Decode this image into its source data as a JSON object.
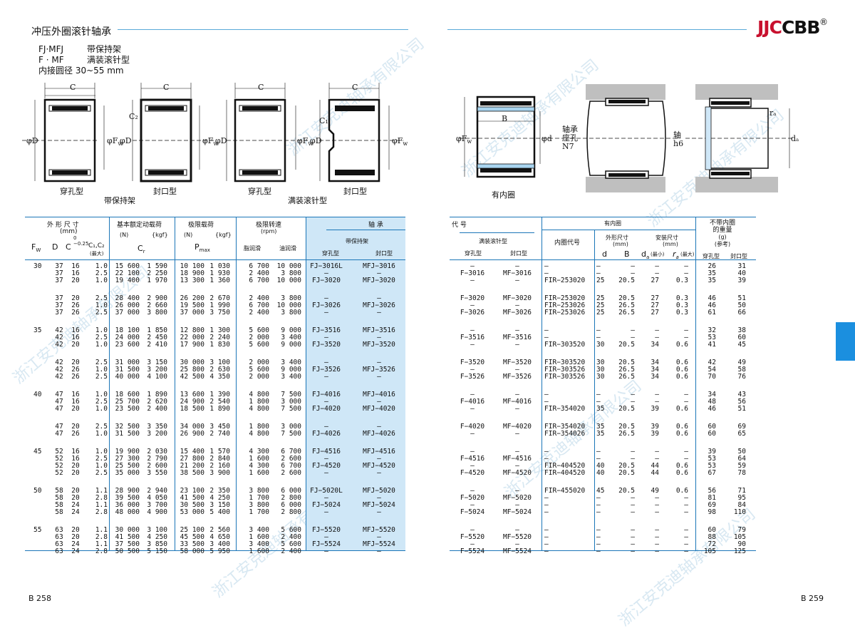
{
  "header": {
    "left_title": "冲压外圈滚针轴承",
    "brand": "JJCCBB",
    "brand_red": "JJC",
    "brand_black": "CBB",
    "reg": "®"
  },
  "intro": {
    "rows": [
      [
        "FJ·MFJ",
        "带保持架"
      ],
      [
        "F · MF",
        "满装滚针型"
      ]
    ],
    "bore": "内接圆径  30~55 mm"
  },
  "diagram_labels": {
    "C": "C",
    "C2": "C₂",
    "C1": "C₁",
    "phiD": "φD",
    "phiFw": "φF",
    "w": "w",
    "B": "B",
    "phid": "φd",
    "da": "dₐ",
    "ra": "rₐ",
    "housing": [
      "轴承",
      "座孔",
      "N7"
    ],
    "shaft": [
      "轴",
      "h6"
    ],
    "cap_through": "穿孔型",
    "cap_sealed": "封口型",
    "cap_caged": "带保持架",
    "cap_full": "满装滚针型",
    "cap_inner": "有内圈"
  },
  "watermark": "浙江安克迪轴承有限公司",
  "left_table": {
    "h_dims": "外 形 尺 寸",
    "h_mm": "(mm)",
    "h_Fw": "F",
    "h_D": "D",
    "h_C": "C",
    "h_Ctol": "0\n−0.25",
    "h_C12": "C₁,C₂",
    "h_max": "(最大)",
    "h_basic": "基本额定动载荷",
    "h_N": "(N)",
    "h_kgf": "{kgf}",
    "h_Cr": "C",
    "h_static": "极限载荷",
    "h_Pmax": "P",
    "h_speed": "极限转速",
    "h_rpm": "(rpm)",
    "h_grease": "脂润滑",
    "h_oil": "油润滑",
    "h_bearing": "轴        承",
    "h_caged": "带保持架",
    "h_through": "穿孔型",
    "h_sealed": "封口型",
    "groups": [
      {
        "fw": "30",
        "rows": [
          [
            "37",
            "16",
            "1.0",
            "15 600",
            "1 590",
            "10 100",
            "1 030",
            "6 700",
            "10 000",
            "FJ−3016L",
            "MFJ−3016"
          ],
          [
            "37",
            "16",
            "2.5",
            "22 100",
            "2 250",
            "18 900",
            "1 930",
            "2 400",
            "3 800",
            "",
            ""
          ],
          [
            "37",
            "20",
            "1.0",
            "19 400",
            "1 970",
            "13 300",
            "1 360",
            "6 700",
            "10 000",
            "FJ−3020",
            "MFJ−3020"
          ]
        ]
      },
      {
        "fw": "",
        "rows": [
          [
            "37",
            "20",
            "2.5",
            "28 400",
            "2 900",
            "26 200",
            "2 670",
            "2 400",
            "3 800",
            "",
            ""
          ],
          [
            "37",
            "26",
            "1.0",
            "26 000",
            "2 660",
            "19 500",
            "1 990",
            "6 700",
            "10 000",
            "FJ−3026",
            "MFJ−3026"
          ],
          [
            "37",
            "26",
            "2.5",
            "37 000",
            "3 800",
            "37 000",
            "3 750",
            "2 400",
            "3 800",
            "",
            ""
          ]
        ]
      },
      {
        "fw": "35",
        "rows": [
          [
            "42",
            "16",
            "1.0",
            "18 100",
            "1 850",
            "12 800",
            "1 300",
            "5 600",
            "9 000",
            "FJ−3516",
            "MFJ−3516"
          ],
          [
            "42",
            "16",
            "2.5",
            "24 000",
            "2 450",
            "22 000",
            "2 240",
            "2 000",
            "3 400",
            "",
            ""
          ],
          [
            "42",
            "20",
            "1.0",
            "23 600",
            "2 410",
            "17 900",
            "1 830",
            "5 600",
            "9 000",
            "FJ−3520",
            "MFJ−3520"
          ]
        ]
      },
      {
        "fw": "",
        "rows": [
          [
            "42",
            "20",
            "2.5",
            "31 000",
            "3 150",
            "30 000",
            "3 100",
            "2 000",
            "3 400",
            "",
            ""
          ],
          [
            "42",
            "26",
            "1.0",
            "31 500",
            "3 200",
            "25 800",
            "2 630",
            "5 600",
            "9 000",
            "FJ−3526",
            "MFJ−3526"
          ],
          [
            "42",
            "26",
            "2.5",
            "40 000",
            "4 100",
            "42 500",
            "4 350",
            "2 000",
            "3 400",
            "",
            ""
          ]
        ]
      },
      {
        "fw": "40",
        "rows": [
          [
            "47",
            "16",
            "1.0",
            "18 600",
            "1 890",
            "13 600",
            "1 390",
            "4 800",
            "7 500",
            "FJ−4016",
            "MFJ−4016"
          ],
          [
            "47",
            "16",
            "2.5",
            "25 700",
            "2 620",
            "24 900",
            "2 540",
            "1 800",
            "3 000",
            "",
            ""
          ],
          [
            "47",
            "20",
            "1.0",
            "23 500",
            "2 400",
            "18 500",
            "1 890",
            "4 800",
            "7 500",
            "FJ−4020",
            "MFJ−4020"
          ]
        ]
      },
      {
        "fw": "",
        "rows": [
          [
            "47",
            "20",
            "2.5",
            "32 500",
            "3 350",
            "34 000",
            "3 450",
            "1 800",
            "3 000",
            "",
            ""
          ],
          [
            "47",
            "26",
            "1.0",
            "31 500",
            "3 200",
            "26 900",
            "2 740",
            "4 800",
            "7 500",
            "FJ−4026",
            "MFJ−4026"
          ]
        ]
      },
      {
        "fw": "45",
        "rows": [
          [
            "52",
            "16",
            "1.0",
            "19 900",
            "2 030",
            "15 400",
            "1 570",
            "4 300",
            "6 700",
            "FJ−4516",
            "MFJ−4516"
          ],
          [
            "52",
            "16",
            "2.5",
            "27 300",
            "2 790",
            "27 800",
            "2 840",
            "1 600",
            "2 600",
            "",
            ""
          ],
          [
            "52",
            "20",
            "1.0",
            "25 500",
            "2 600",
            "21 200",
            "2 160",
            "4 300",
            "6 700",
            "FJ−4520",
            "MFJ−4520"
          ],
          [
            "52",
            "20",
            "2.5",
            "35 000",
            "3 550",
            "38 500",
            "3 900",
            "1 600",
            "2 600",
            "",
            ""
          ]
        ]
      },
      {
        "fw": "50",
        "rows": [
          [
            "58",
            "20",
            "1.1",
            "28 900",
            "2 940",
            "23 100",
            "2 350",
            "3 800",
            "6 000",
            "FJ−5020L",
            "MFJ−5020"
          ],
          [
            "58",
            "20",
            "2.8",
            "39 500",
            "4 050",
            "41 500",
            "4 250",
            "1 700",
            "2 800",
            "",
            ""
          ],
          [
            "58",
            "24",
            "1.1",
            "36 000",
            "3 700",
            "30 500",
            "3 150",
            "3 800",
            "6 000",
            "FJ−5024",
            "MFJ−5024"
          ],
          [
            "58",
            "24",
            "2.8",
            "48 000",
            "4 900",
            "53 000",
            "5 400",
            "1 700",
            "2 800",
            "",
            ""
          ]
        ]
      },
      {
        "fw": "55",
        "rows": [
          [
            "63",
            "20",
            "1.1",
            "30 000",
            "3 100",
            "25 100",
            "2 560",
            "3 400",
            "5 600",
            "FJ−5520",
            "MFJ−5520"
          ],
          [
            "63",
            "20",
            "2.8",
            "41 500",
            "4 250",
            "45 500",
            "4 650",
            "1 600",
            "2 400",
            "",
            ""
          ],
          [
            "63",
            "24",
            "1.1",
            "37 500",
            "3 850",
            "33 500",
            "3 400",
            "3 400",
            "5 600",
            "FJ−5524",
            "MFJ−5524"
          ],
          [
            "63",
            "24",
            "2.8",
            "50 500",
            "5 150",
            "58 000",
            "5 950",
            "1 600",
            "2 400",
            "",
            ""
          ]
        ]
      }
    ]
  },
  "right_table": {
    "h_code": "代    号",
    "h_full": "满装滚针型",
    "h_through": "穿孔型",
    "h_sealed": "封口型",
    "h_inner": "有内圈",
    "h_innercode": "内圈代号",
    "h_dims": "外形尺寸",
    "h_mm": "(mm)",
    "h_inst": "安装尺寸",
    "h_d": "d",
    "h_B": "B",
    "h_da": "d",
    "h_ra": "r",
    "h_min": "(最小)",
    "h_max": "(最大)",
    "h_weight1": "不带内圈",
    "h_weight2": "的重量",
    "h_g": "(g)",
    "h_ref": "(参考)",
    "groups": [
      {
        "rows": [
          [
            "—",
            "—",
            "—",
            "—",
            "—",
            "—",
            "—",
            "26",
            "31"
          ],
          [
            "F−3016",
            "MF−3016",
            "—",
            "—",
            "—",
            "—",
            "—",
            "35",
            "40"
          ],
          [
            "—",
            "—",
            "FIR−253020",
            "25",
            "20.5",
            "27",
            "0.3",
            "35",
            "39"
          ]
        ]
      },
      {
        "rows": [
          [
            "F−3020",
            "MF−3020",
            "FIR−253020",
            "25",
            "20.5",
            "27",
            "0.3",
            "46",
            "51"
          ],
          [
            "—",
            "—",
            "FIR−253026",
            "25",
            "26.5",
            "27",
            "0.3",
            "46",
            "50"
          ],
          [
            "F−3026",
            "MF−3026",
            "FIR−253026",
            "25",
            "26.5",
            "27",
            "0.3",
            "61",
            "66"
          ]
        ]
      },
      {
        "rows": [
          [
            "—",
            "—",
            "—",
            "—",
            "—",
            "—",
            "—",
            "32",
            "38"
          ],
          [
            "F−3516",
            "MF−3516",
            "—",
            "—",
            "—",
            "—",
            "—",
            "53",
            "60"
          ],
          [
            "—",
            "—",
            "FIR−303520",
            "30",
            "20.5",
            "34",
            "0.6",
            "41",
            "45"
          ]
        ]
      },
      {
        "rows": [
          [
            "F−3520",
            "MF−3520",
            "FIR−303520",
            "30",
            "20.5",
            "34",
            "0.6",
            "42",
            "49"
          ],
          [
            "—",
            "—",
            "FIR−303526",
            "30",
            "26.5",
            "34",
            "0.6",
            "54",
            "58"
          ],
          [
            "F−3526",
            "MF−3526",
            "FIR−303526",
            "30",
            "26.5",
            "34",
            "0.6",
            "70",
            "76"
          ]
        ]
      },
      {
        "rows": [
          [
            "—",
            "—",
            "—",
            "—",
            "—",
            "—",
            "—",
            "34",
            "43"
          ],
          [
            "F−4016",
            "MF−4016",
            "—",
            "—",
            "—",
            "—",
            "—",
            "48",
            "56"
          ],
          [
            "—",
            "—",
            "FIR−354020",
            "35",
            "20.5",
            "39",
            "0.6",
            "46",
            "51"
          ]
        ]
      },
      {
        "rows": [
          [
            "F−4020",
            "MF−4020",
            "FIR−354020",
            "35",
            "20.5",
            "39",
            "0.6",
            "60",
            "69"
          ],
          [
            "—",
            "—",
            "FIR−354026",
            "35",
            "26.5",
            "39",
            "0.6",
            "60",
            "65"
          ]
        ]
      },
      {
        "rows": [
          [
            "—",
            "—",
            "—",
            "—",
            "—",
            "—",
            "—",
            "39",
            "50"
          ],
          [
            "F−4516",
            "MF−4516",
            "—",
            "—",
            "—",
            "—",
            "—",
            "53",
            "64"
          ],
          [
            "—",
            "—",
            "FIR−404520",
            "40",
            "20.5",
            "44",
            "0.6",
            "53",
            "59"
          ],
          [
            "F−4520",
            "MF−4520",
            "FIR−404520",
            "40",
            "20.5",
            "44",
            "0.6",
            "67",
            "78"
          ]
        ]
      },
      {
        "rows": [
          [
            "—",
            "—",
            "FIR−455020",
            "45",
            "20.5",
            "49",
            "0.6",
            "56",
            "71"
          ],
          [
            "F−5020",
            "MF−5020",
            "—",
            "—",
            "—",
            "—",
            "—",
            "81",
            "95"
          ],
          [
            "—",
            "—",
            "—",
            "—",
            "—",
            "—",
            "—",
            "69",
            "84"
          ],
          [
            "F−5024",
            "MF−5024",
            "—",
            "—",
            "—",
            "—",
            "—",
            "98",
            "110"
          ]
        ]
      },
      {
        "rows": [
          [
            "—",
            "—",
            "—",
            "—",
            "—",
            "—",
            "—",
            "60",
            "79"
          ],
          [
            "F−5520",
            "MF−5520",
            "—",
            "—",
            "—",
            "—",
            "—",
            "88",
            "105"
          ],
          [
            "—",
            "—",
            "—",
            "—",
            "—",
            "—",
            "—",
            "72",
            "90"
          ],
          [
            "F−5524",
            "MF−5524",
            "—",
            "—",
            "—",
            "—",
            "—",
            "105",
            "125"
          ]
        ]
      }
    ]
  },
  "footer": {
    "left_page": "B  258",
    "right_page": "B  259"
  }
}
